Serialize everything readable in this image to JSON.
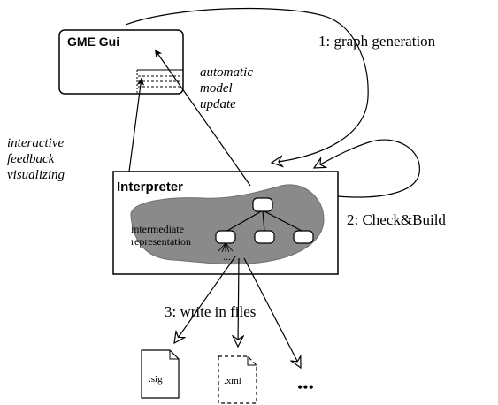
{
  "boxes": {
    "gme_gui": {
      "title": "GME Gui"
    },
    "interpreter": {
      "title": "Interpreter",
      "blob_text_line1": "intermediate",
      "blob_text_line2": "representation",
      "ellipsis": "..."
    }
  },
  "annotations": {
    "automatic_update": [
      "automatic",
      "model",
      "update"
    ],
    "interactive_feedback": [
      "interactive",
      "feedback",
      "visualizing"
    ],
    "step1": "1: graph generation",
    "step2": "2: Check&Build",
    "step3": "3: write in files"
  },
  "files": {
    "sig": ".sig",
    "xml": ".xml",
    "more": "•••"
  }
}
